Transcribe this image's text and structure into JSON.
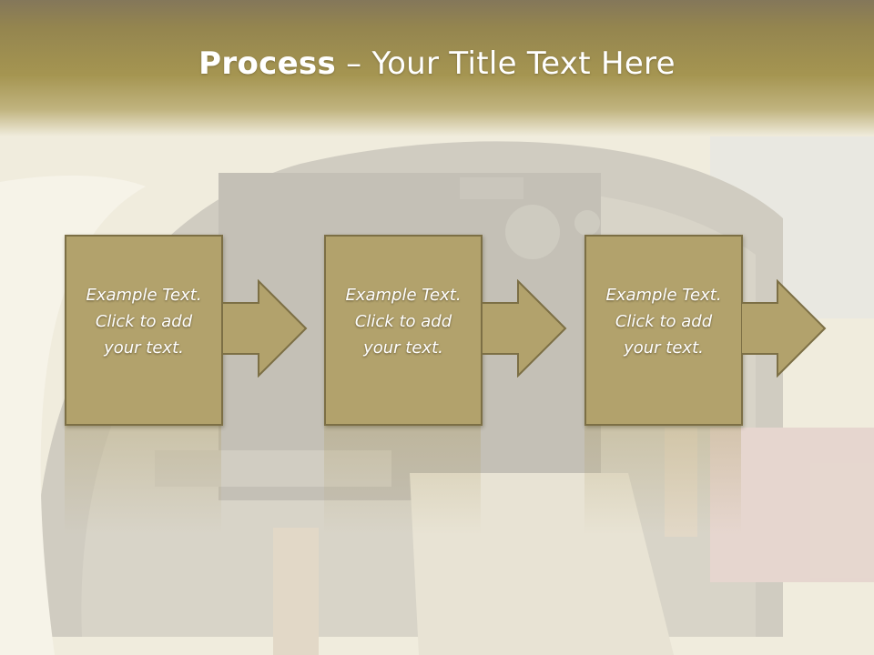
{
  "slide": {
    "title_bold": "Process",
    "title_rest": " – Your Title Text Here"
  },
  "steps": [
    {
      "text": "Example Text.\nClick  to add\nyour text."
    },
    {
      "text": "Example Text.\nClick  to add\nyour text."
    },
    {
      "text": "Example Text.\nClick  to add\nyour text."
    }
  ],
  "colors": {
    "band": "#a59551",
    "box_fill": "#b2a26c",
    "box_border": "#7c6f45",
    "text": "#ffffff"
  },
  "background_image": "cockpit-photo"
}
